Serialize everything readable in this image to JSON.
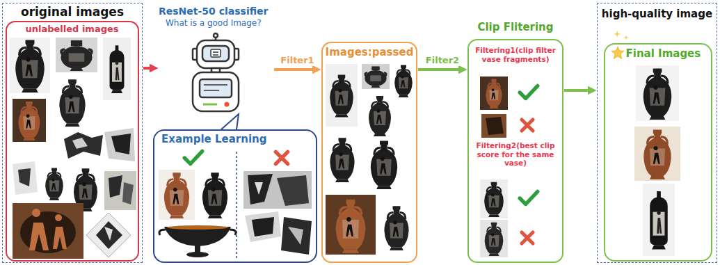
{
  "diagram": {
    "nodes": [
      {
        "text": [
          "original images"
        ]
      },
      {
        "text": [
          "unlabelled images"
        ],
        "in": 0
      },
      {
        "text": [
          "ResNet-50 classifier",
          "What is a good Image?"
        ]
      },
      {
        "text": [
          "Example Learning"
        ]
      },
      {
        "text": [
          "Images:passed"
        ]
      },
      {
        "text": [
          "Clip Flitering",
          "Filtering1(clip filter vase fragments)",
          "Filtering2(best clip score for the same vase)"
        ]
      },
      {
        "text": [
          "high-quality image"
        ]
      },
      {
        "text": [
          "Final Images"
        ],
        "in": 6
      }
    ],
    "edges": [
      {
        "from": 0,
        "to": 2,
        "arrow": "to"
      },
      {
        "from": 2,
        "to": 4,
        "label": "Filter1",
        "arrow": "to"
      },
      {
        "from": 4,
        "to": 5,
        "label": "Filter2",
        "arrow": "to"
      },
      {
        "from": 5,
        "to": 6,
        "arrow": "to"
      }
    ]
  }
}
